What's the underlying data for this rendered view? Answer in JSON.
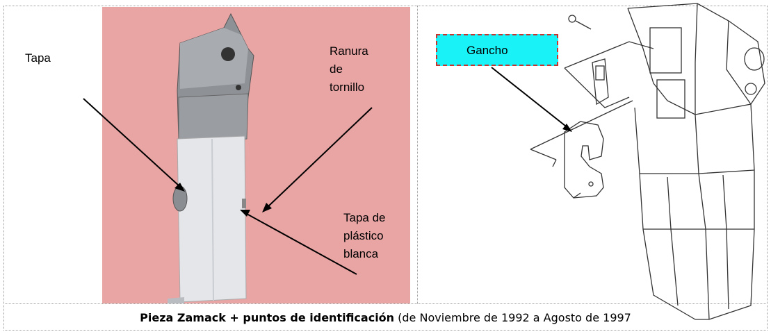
{
  "labels": {
    "tapa": "Tapa",
    "ranura_l1": "Ranura",
    "ranura_l2": "de",
    "ranura_l3": "tornillo",
    "tapa_plastico_l1": "Tapa de",
    "tapa_plastico_l2": "plástico",
    "tapa_plastico_l3": "blanca",
    "gancho": "Gancho"
  },
  "caption": {
    "bold": "Pieza Zamack + puntos de identificación",
    "normal": " (de Noviembre de 1992 a Agosto de 1997"
  },
  "colors": {
    "photo_bg": "#e9a4a4",
    "gancho_fill": "#19f2f7",
    "gancho_border": "#c9332e"
  }
}
